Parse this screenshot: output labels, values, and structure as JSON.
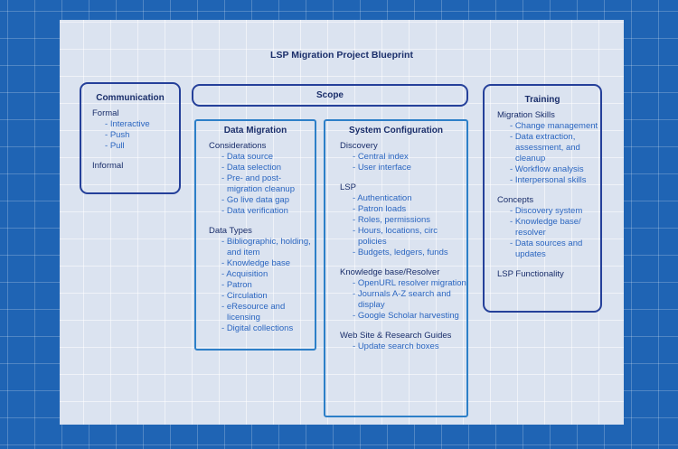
{
  "title": "LSP Migration Project Blueprint",
  "communication": {
    "title": "Communication",
    "sections": [
      {
        "heading": "Formal",
        "items": [
          "Interactive",
          "Push",
          "Pull"
        ]
      },
      {
        "heading": "Informal",
        "items": []
      }
    ]
  },
  "scope": {
    "title": "Scope"
  },
  "data_migration": {
    "title": "Data Migration",
    "sections": [
      {
        "heading": "Considerations",
        "items": [
          "Data source",
          "Data selection",
          "Pre- and post-migration cleanup",
          "Go live data gap",
          "Data verification"
        ]
      },
      {
        "heading": "Data Types",
        "items": [
          "Bibliographic, holding, and item",
          "Knowledge base",
          "Acquisition",
          "Patron",
          "Circulation",
          "eResource and licensing",
          "Digital collections"
        ]
      }
    ]
  },
  "system_configuration": {
    "title": "System Configuration",
    "sections": [
      {
        "heading": "Discovery",
        "items": [
          "Central index",
          "User interface"
        ]
      },
      {
        "heading": "LSP",
        "items": [
          "Authentication",
          "Patron loads",
          "Roles, permissions",
          "Hours, locations, circ policies",
          "Budgets, ledgers, funds"
        ]
      },
      {
        "heading": "Knowledge base/Resolver",
        "items": [
          "OpenURL resolver migration",
          "Journals A-Z search and display",
          "Google Scholar harvesting"
        ]
      },
      {
        "heading": "Web Site & Research Guides",
        "items": [
          "Update search boxes"
        ]
      }
    ]
  },
  "training": {
    "title": "Training",
    "sections": [
      {
        "heading": "Migration Skills",
        "items": [
          "Change management",
          "Data extraction, assessment, and cleanup",
          "Workflow analysis",
          "Interpersonal skills"
        ]
      },
      {
        "heading": "Concepts",
        "items": [
          "Discovery system",
          "Knowledge base/ resolver",
          "Data sources and updates"
        ]
      },
      {
        "heading": "LSP Functionality",
        "items": []
      }
    ]
  }
}
